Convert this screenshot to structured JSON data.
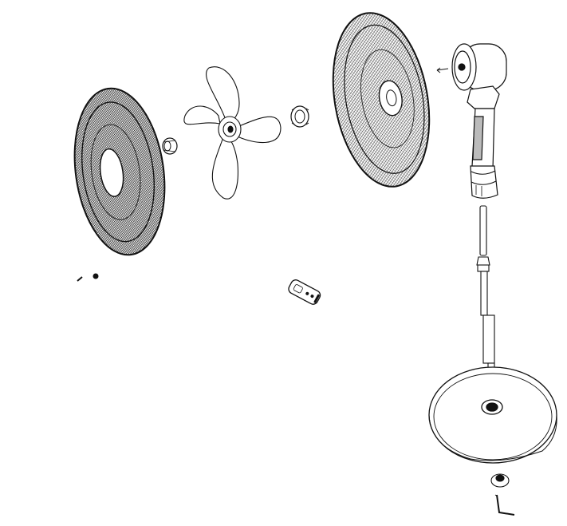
{
  "diagram": {
    "type": "exploded-view",
    "parts": [
      {
        "id": "rear-grille",
        "icon": "wire-grille"
      },
      {
        "id": "rear-grille-nut",
        "icon": "threaded-nut"
      },
      {
        "id": "fan-blade",
        "icon": "three-blade-propeller"
      },
      {
        "id": "blade-spinner-nut",
        "icon": "threaded-ring-nut"
      },
      {
        "id": "front-grille",
        "icon": "wire-grille"
      },
      {
        "id": "motor-head",
        "icon": "motor-housing"
      },
      {
        "id": "upper-pole",
        "icon": "telescopic-pole"
      },
      {
        "id": "lower-pole",
        "icon": "pole"
      },
      {
        "id": "round-base",
        "icon": "disc-base"
      },
      {
        "id": "base-fixing-nut",
        "icon": "nut"
      },
      {
        "id": "allen-key",
        "icon": "hex-key"
      },
      {
        "id": "screw",
        "icon": "screw"
      },
      {
        "id": "remote-control",
        "icon": "remote-control"
      }
    ],
    "colors": {
      "line": "#222222",
      "background": "#ffffff"
    }
  }
}
